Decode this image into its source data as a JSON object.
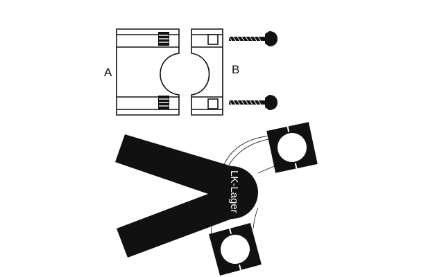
{
  "labels": {
    "part_a": "A",
    "part_b": "B",
    "brand": "LK-Lager"
  },
  "icons": [
    "bearing-half-a-icon",
    "bearing-half-b-icon",
    "screw-icon",
    "bearing-block-icon",
    "clamp-icon"
  ],
  "colors": {
    "ink": "#111111",
    "paper": "#ffffff"
  }
}
